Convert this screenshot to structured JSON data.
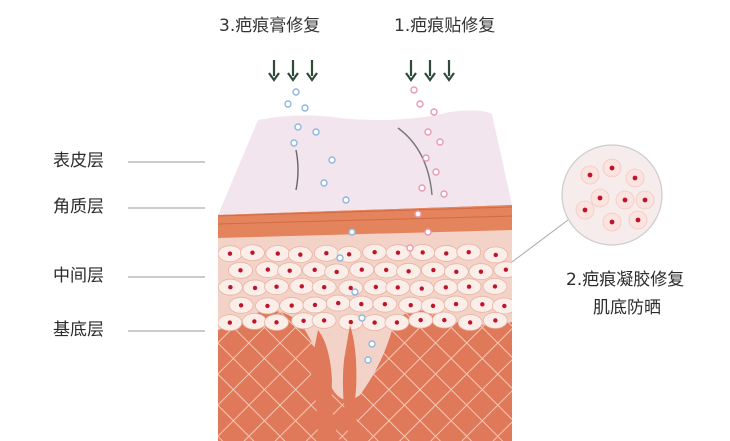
{
  "top_labels": {
    "ointment": "3.疤痕膏修复",
    "patch": "1.疤痕贴修复"
  },
  "layers": {
    "epidermis": "表皮层",
    "stratum_corneum": "角质层",
    "middle": "中间层",
    "basal": "基底层"
  },
  "callout": {
    "line1": "2.疤痕凝胶修复",
    "line2": "肌底防晒"
  },
  "colors": {
    "arrow": "#2f4a3a",
    "epidermis": "#f2e4ec",
    "corneum": "#e2855e",
    "dermis": "#e0785a",
    "cell": "#fbeee9",
    "nucleus": "#c0142a",
    "dot_blue": "#8fb7de",
    "dot_pink": "#e79ab0"
  }
}
